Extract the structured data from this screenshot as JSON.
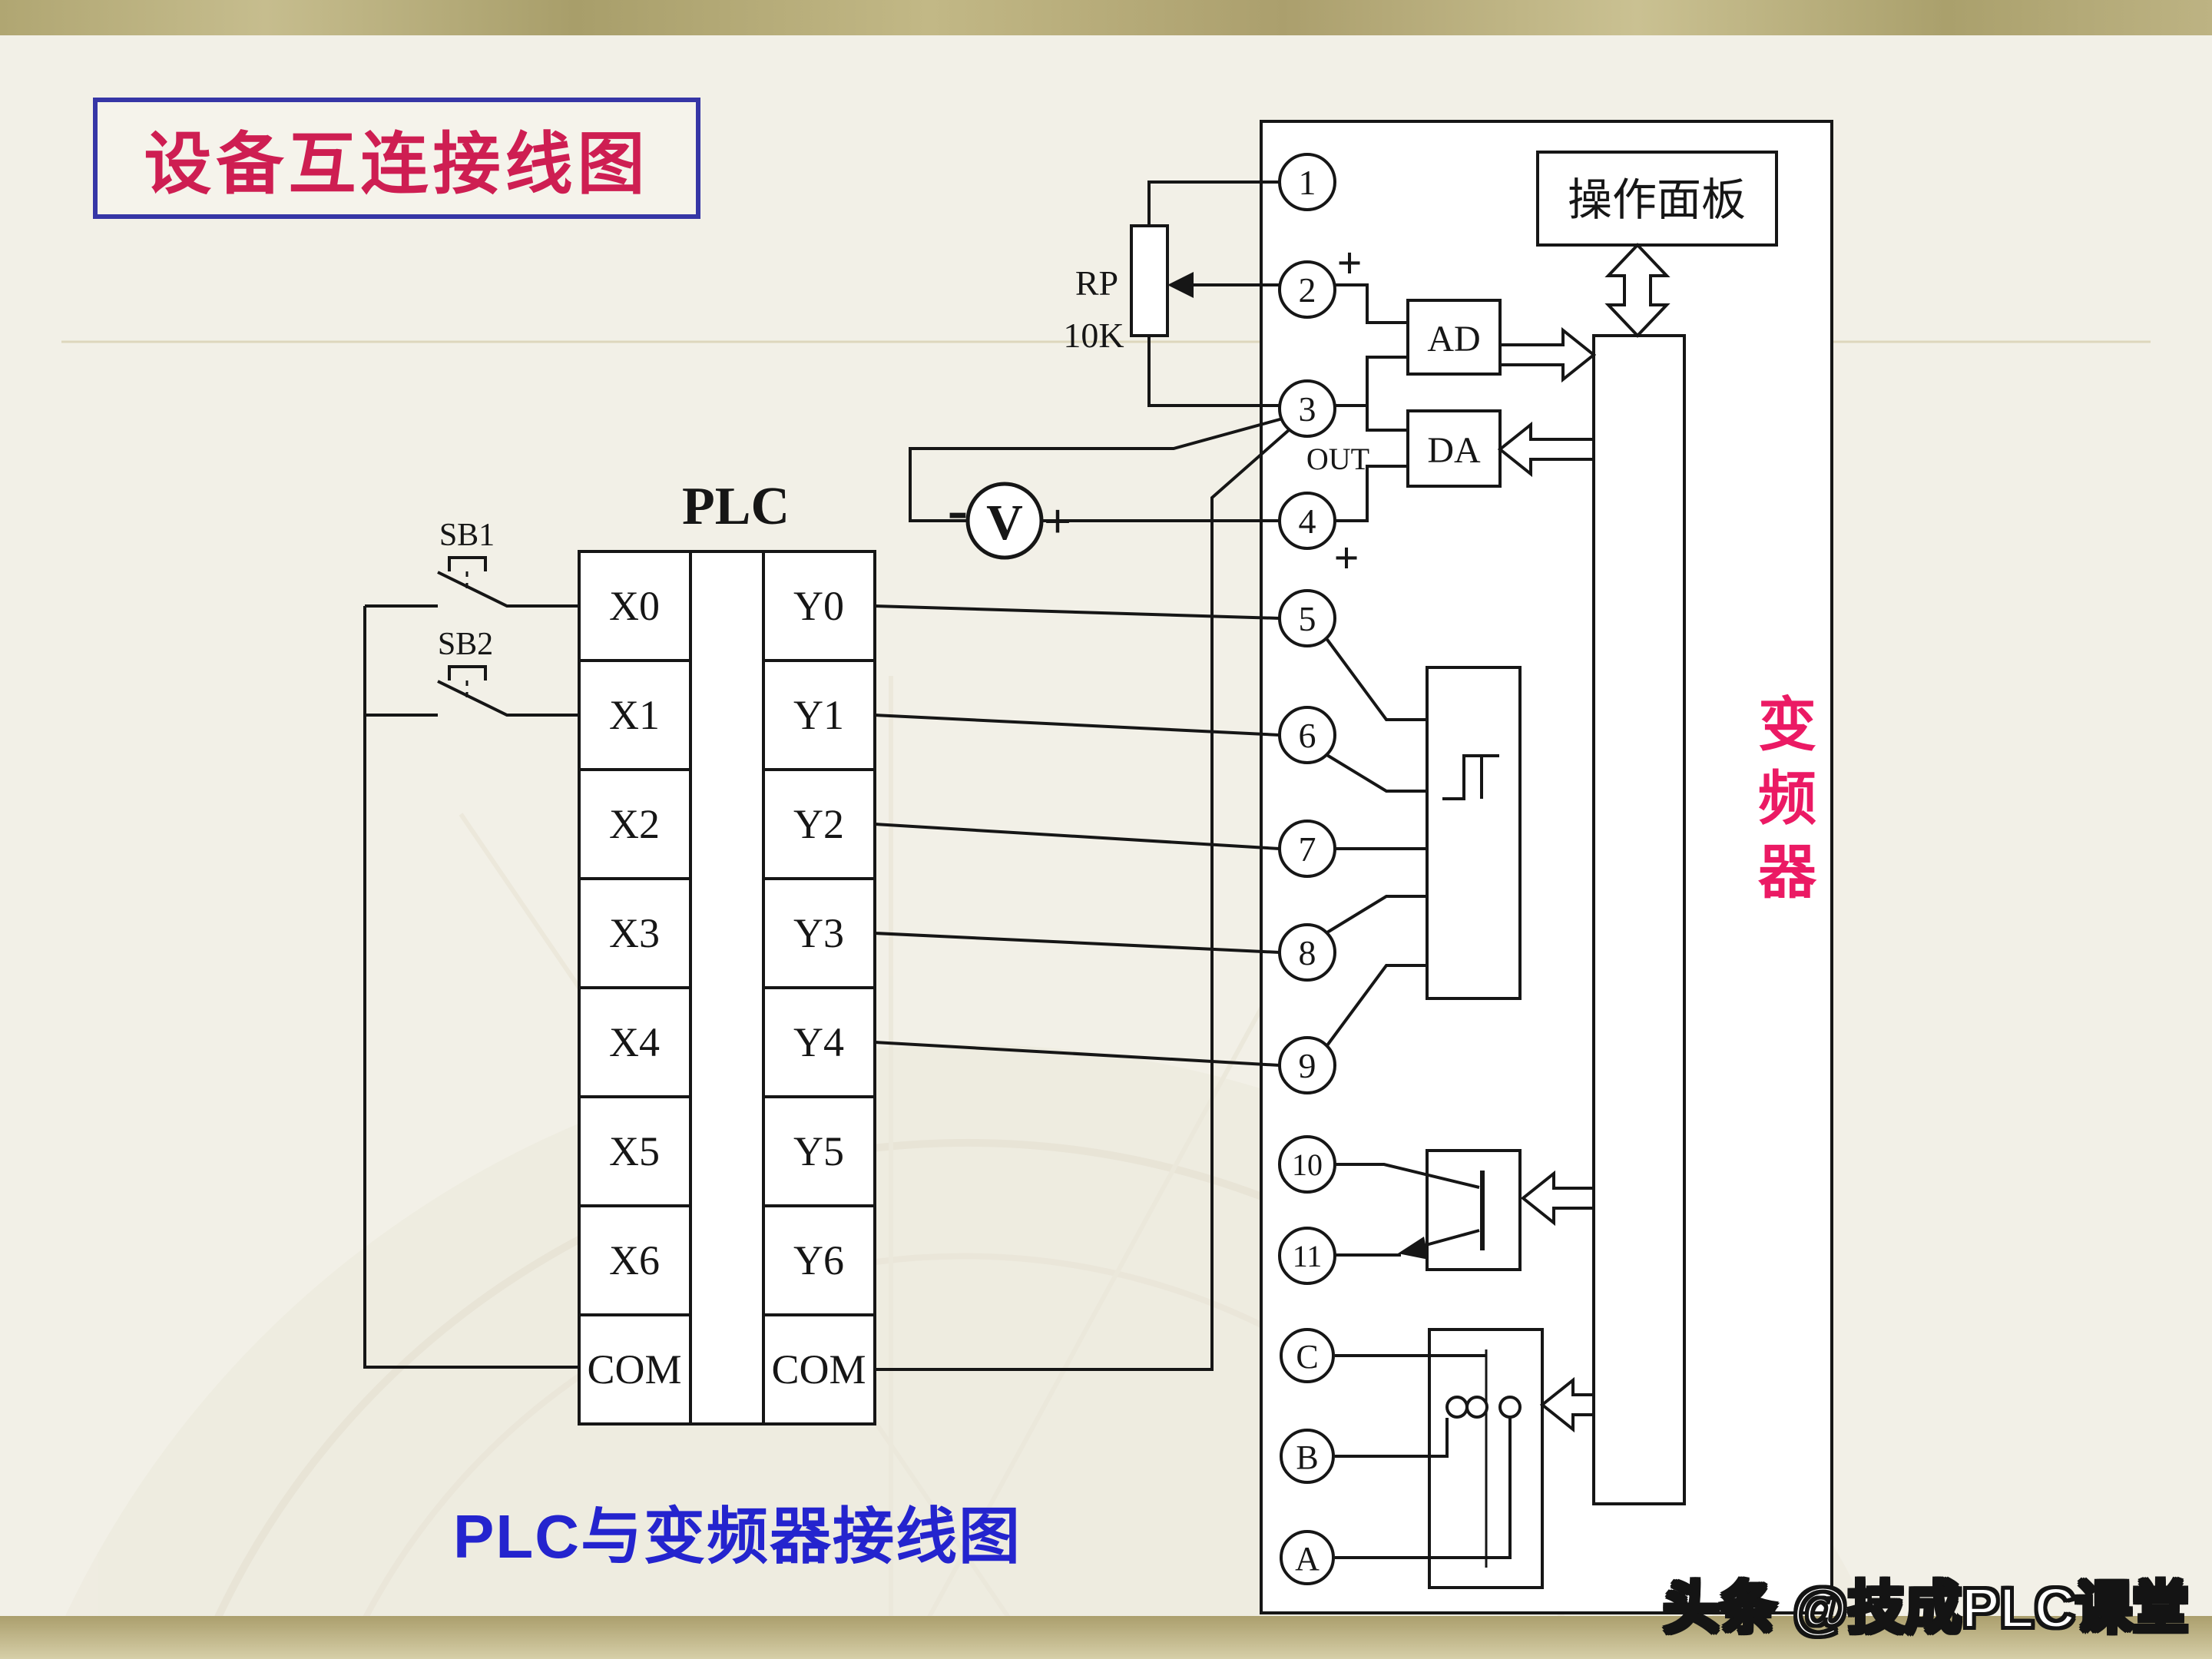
{
  "slide": {
    "title": "设备互连接线图",
    "caption": "PLC与变频器接线图",
    "watermark": "头条 @技成PLC课堂"
  },
  "plc": {
    "label": "PLC",
    "inputs": [
      "X0",
      "X1",
      "X2",
      "X3",
      "X4",
      "X5",
      "X6",
      "COM"
    ],
    "outputs": [
      "Y0",
      "Y1",
      "Y2",
      "Y3",
      "Y4",
      "Y5",
      "Y6",
      "COM"
    ]
  },
  "switches": {
    "sb1": "SB1",
    "sb2": "SB2"
  },
  "potentiometer": {
    "name": "RP",
    "value": "10K"
  },
  "voltmeter": {
    "label": "V",
    "minus": "-",
    "plus": "+"
  },
  "inverter": {
    "label": "变频器",
    "panel": "操作面板",
    "ad": "AD",
    "da": "DA",
    "out": "OUT",
    "plus_t2": "+",
    "plus_t4": "+",
    "terminals": [
      "1",
      "2",
      "3",
      "4",
      "5",
      "6",
      "7",
      "8",
      "9",
      "10",
      "11",
      "C",
      "B",
      "A"
    ]
  },
  "colors": {
    "title_red": "#ce1e52",
    "accent_magenta": "#eb1a64",
    "caption_blue": "#2424ce",
    "border_blue": "#3636a6",
    "bar_olive": "#b3a97a",
    "background": "#f2f0e7",
    "line_black": "#161616"
  }
}
